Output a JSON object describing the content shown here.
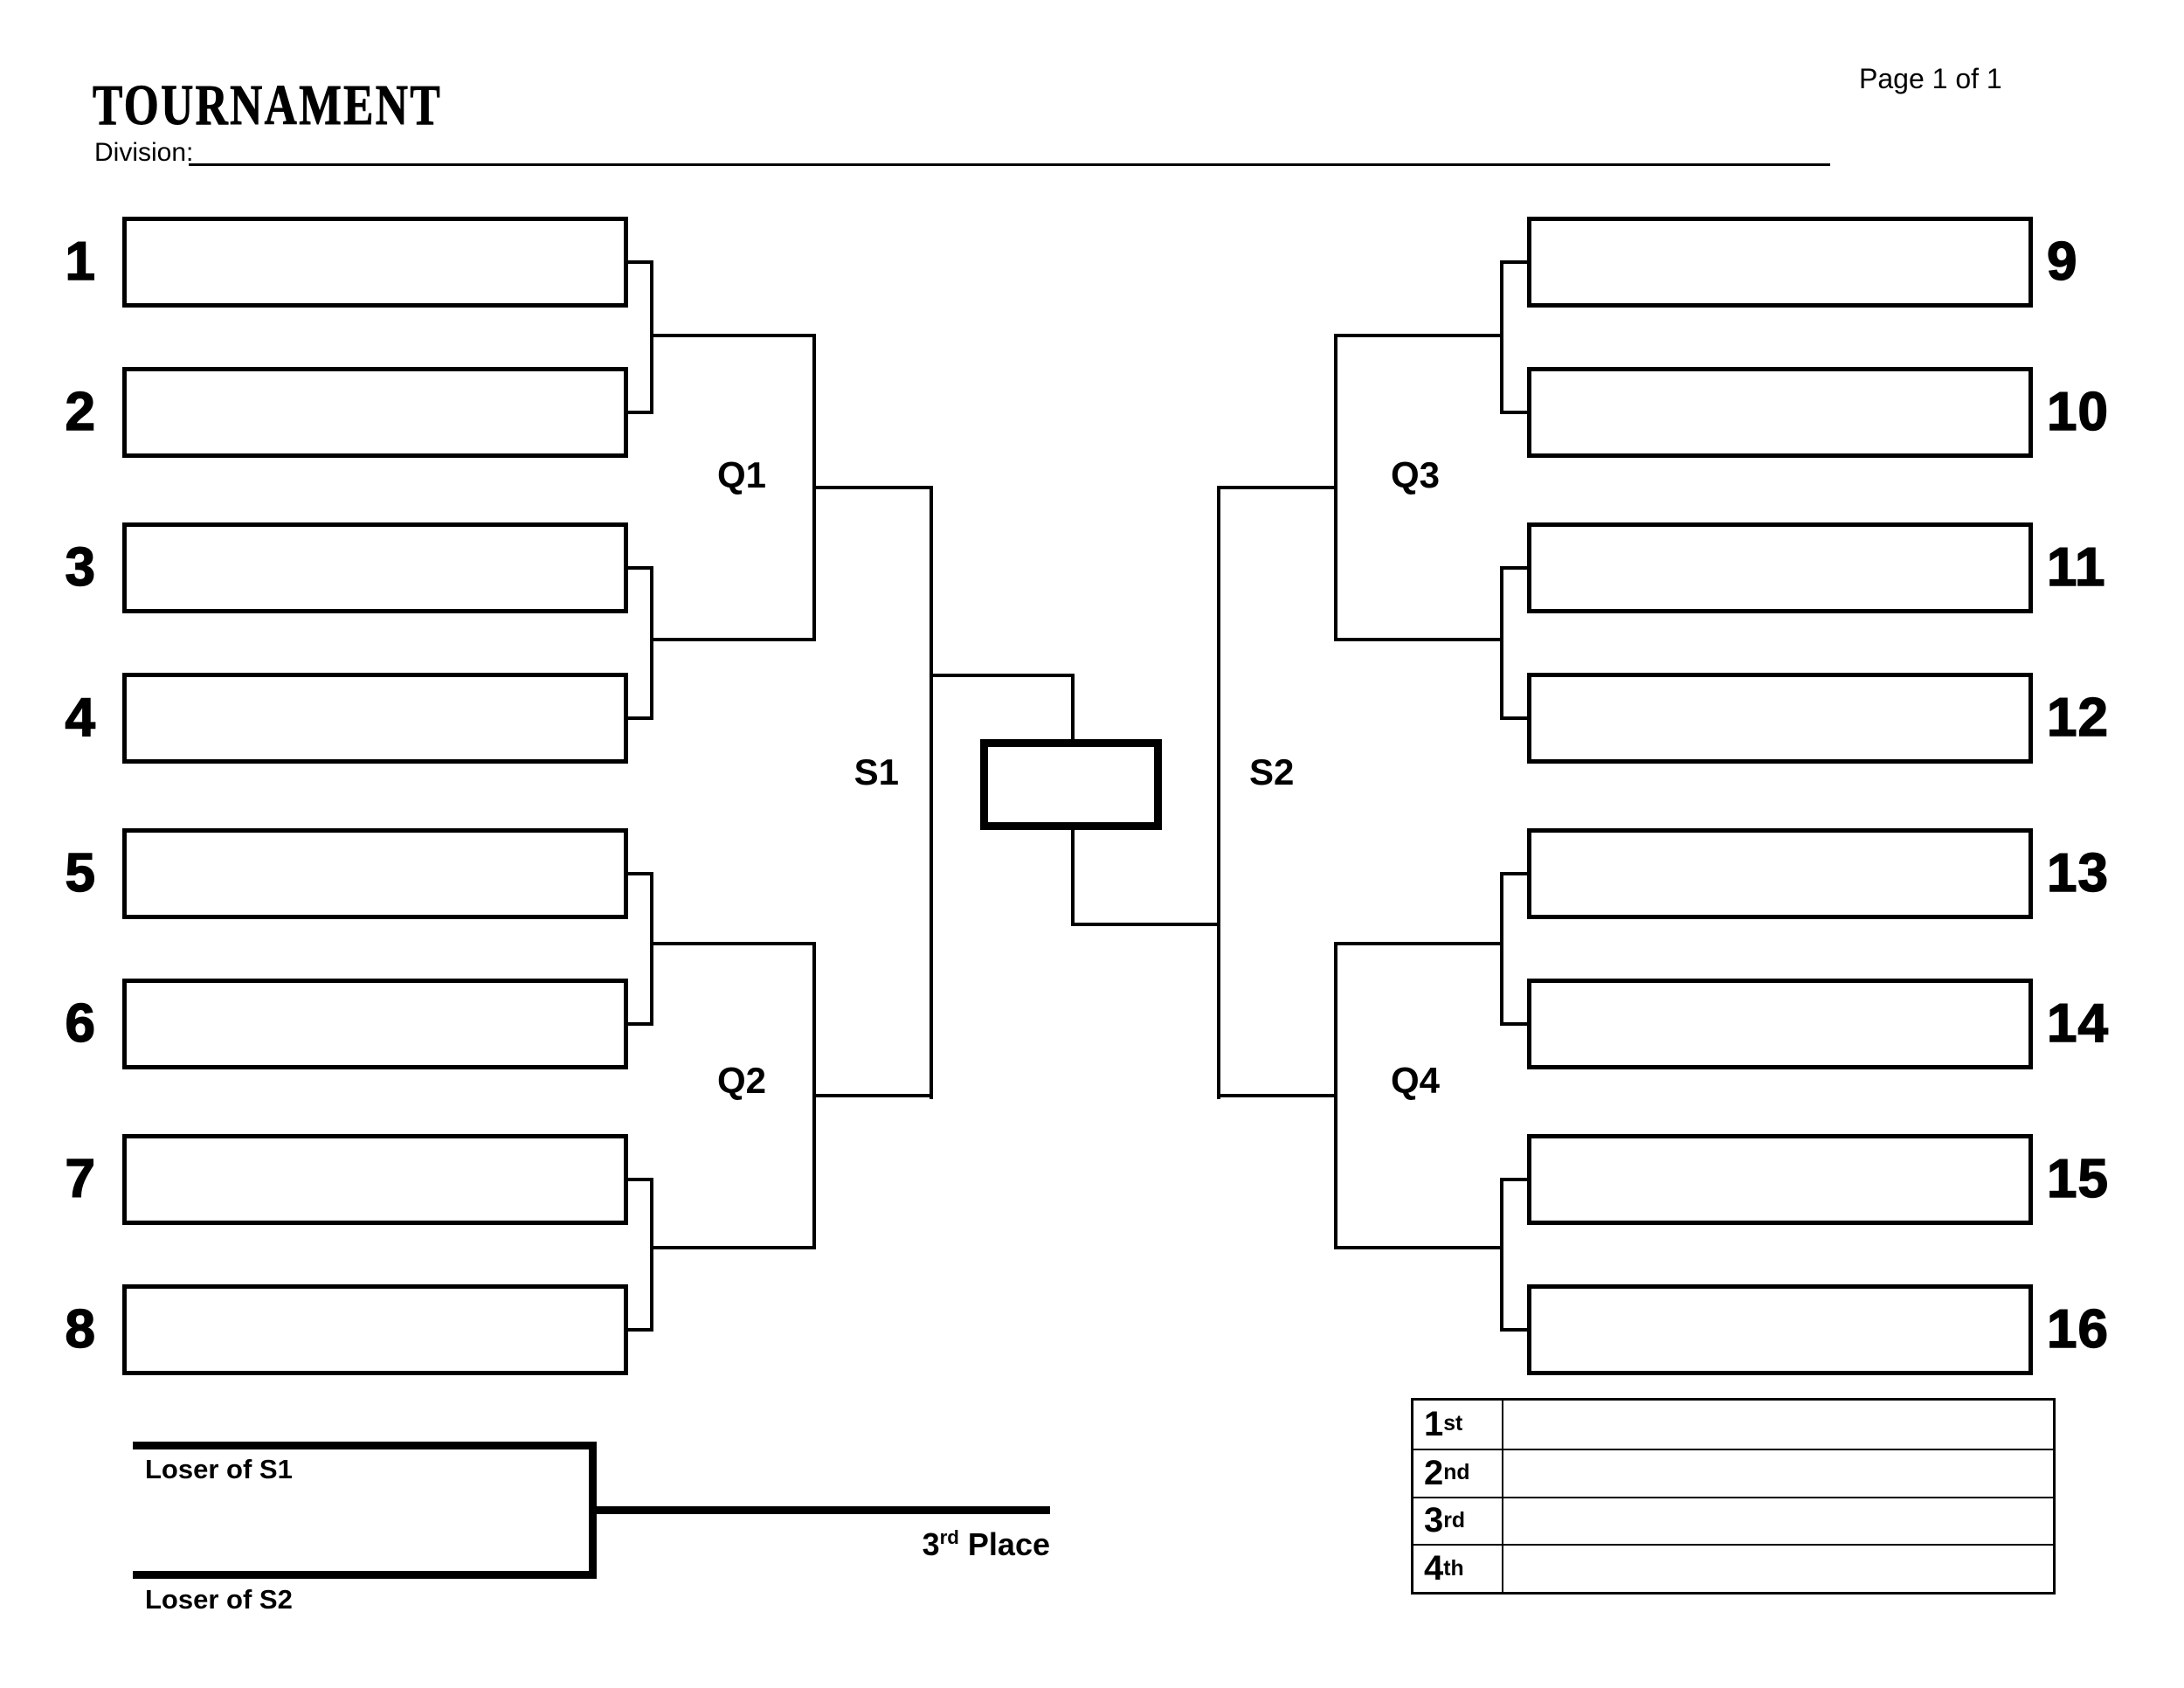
{
  "header": {
    "title": "TOURNAMENT",
    "page_label": "Page 1 of 1",
    "division_label": "Division:"
  },
  "bracket": {
    "left_seeds": [
      "1",
      "2",
      "3",
      "4",
      "5",
      "6",
      "7",
      "8"
    ],
    "right_seeds": [
      "9",
      "10",
      "11",
      "12",
      "13",
      "14",
      "15",
      "16"
    ],
    "round_labels": {
      "q1": "Q1",
      "q2": "Q2",
      "q3": "Q3",
      "q4": "Q4",
      "s1": "S1",
      "s2": "S2"
    }
  },
  "third_place": {
    "loser_s1": "Loser of S1",
    "loser_s2": "Loser of S2",
    "place_number": "3",
    "place_suffix": "rd",
    "place_word": "Place"
  },
  "results_table": {
    "rows": [
      {
        "number": "1",
        "suffix": "st"
      },
      {
        "number": "2",
        "suffix": "nd"
      },
      {
        "number": "3",
        "suffix": "rd"
      },
      {
        "number": "4",
        "suffix": "th"
      }
    ]
  },
  "colors": {
    "line": "#000000",
    "background": "#ffffff"
  }
}
